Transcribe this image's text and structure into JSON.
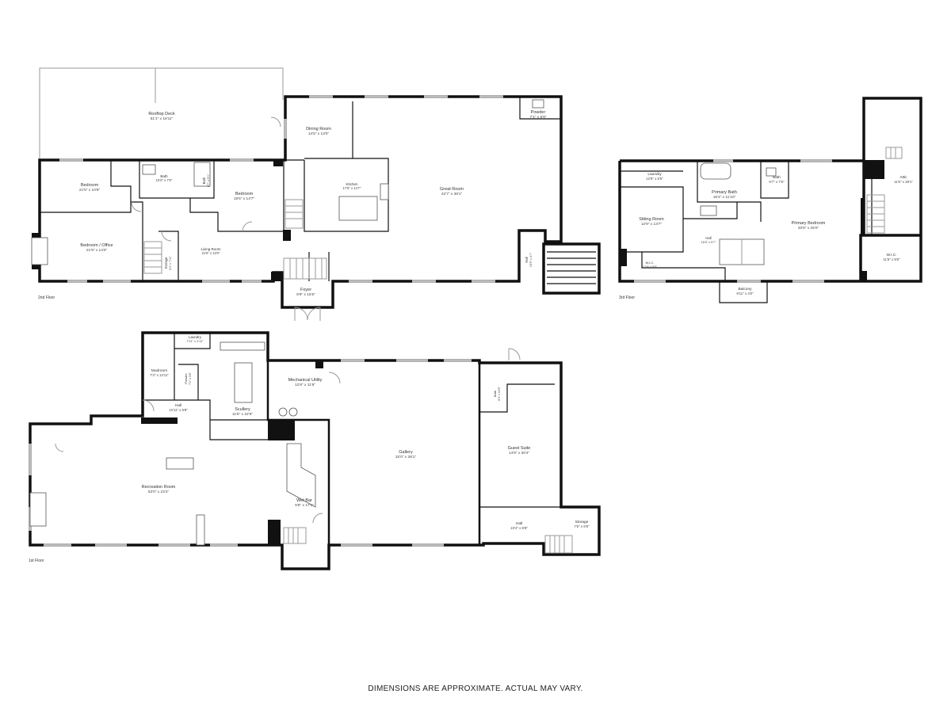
{
  "disclaimer": "DIMENSIONS ARE APPROXIMATE. ACTUAL MAY VARY.",
  "floors": [
    {
      "label": "2nd Floor"
    },
    {
      "label": "3rd Floor"
    },
    {
      "label": "1st Floor"
    }
  ],
  "rooms": [
    {
      "name": "Rooftop Deck",
      "dims": "51'1\" x 18'11\""
    },
    {
      "name": "Dining Room",
      "dims": "14'5\" x 13'0\""
    },
    {
      "name": "Powder",
      "dims": "7'1\" x 6'9\""
    },
    {
      "name": "Kitchen",
      "dims": "17'6\" x 14'7\""
    },
    {
      "name": "Great Room",
      "dims": "42'7\" x 38'1\""
    },
    {
      "name": "Bedroom",
      "dims": "21'5\" x 10'8\""
    },
    {
      "name": "Bath",
      "dims": "10'0\" x 7'6\""
    },
    {
      "name": "Bath",
      "dims": "8'7\" x 5'1\""
    },
    {
      "name": "Bedroom",
      "dims": "19'5\" x 14'7\""
    },
    {
      "name": "Bedroom / Office",
      "dims": "21'9\" x 14'0\""
    },
    {
      "name": "Living Room",
      "dims": "21'6\" x 13'0\""
    },
    {
      "name": "Storage",
      "dims": "3'4\" x 7'11\""
    },
    {
      "name": "Hall",
      "dims": "16'9\" x 4'7\""
    },
    {
      "name": "Foyer",
      "dims": "9'9\" x 15'5\""
    },
    {
      "name": "Laundry",
      "dims": "12'9\" x 5'5\""
    },
    {
      "name": "Primary Bath",
      "dims": "16'4\" x 11'10\""
    },
    {
      "name": "Bath",
      "dims": "5'7\" x 7'6\""
    },
    {
      "name": "Attic",
      "dims": "11'6\" x 28'1\""
    },
    {
      "name": "Sitting Room",
      "dims": "12'9\" x 13'7\""
    },
    {
      "name": "Primary Bedroom",
      "dims": "20'6\" x 25'0\""
    },
    {
      "name": "Hall",
      "dims": "16'5\" x 9'7\""
    },
    {
      "name": "W.I.C.",
      "dims": "21'9\" x 5'5\""
    },
    {
      "name": "W.I.C.",
      "dims": "11'6\" x 9'5\""
    },
    {
      "name": "Balcony",
      "dims": "9'11\" x 4'0\""
    },
    {
      "name": "Laundry",
      "dims": "7'11\" x 2'11\""
    },
    {
      "name": "Mudroom",
      "dims": "7'3\" x 12'11\""
    },
    {
      "name": "Powder",
      "dims": "7'1\" x 3'8\""
    },
    {
      "name": "Hall",
      "dims": "13'11\" x 5'8\""
    },
    {
      "name": "Mechanical Utility",
      "dims": "12'8\" x 11'9\""
    },
    {
      "name": "Scullery",
      "dims": "11'5\" x 22'6\""
    },
    {
      "name": "Bath",
      "dims": "8'3\" x 10'6\""
    },
    {
      "name": "Gallery",
      "dims": "32'0\" x 38'1\""
    },
    {
      "name": "Guest Suite",
      "dims": "14'9\" x 30'4\""
    },
    {
      "name": "Recreation Room",
      "dims": "53'0\" x 23'4\""
    },
    {
      "name": "Wet Bar",
      "dims": "9'8\" x 17'1\""
    },
    {
      "name": "Hall",
      "dims": "10'4\" x 6'8\""
    },
    {
      "name": "Storage",
      "dims": "7'6\" x 9'6\""
    }
  ]
}
